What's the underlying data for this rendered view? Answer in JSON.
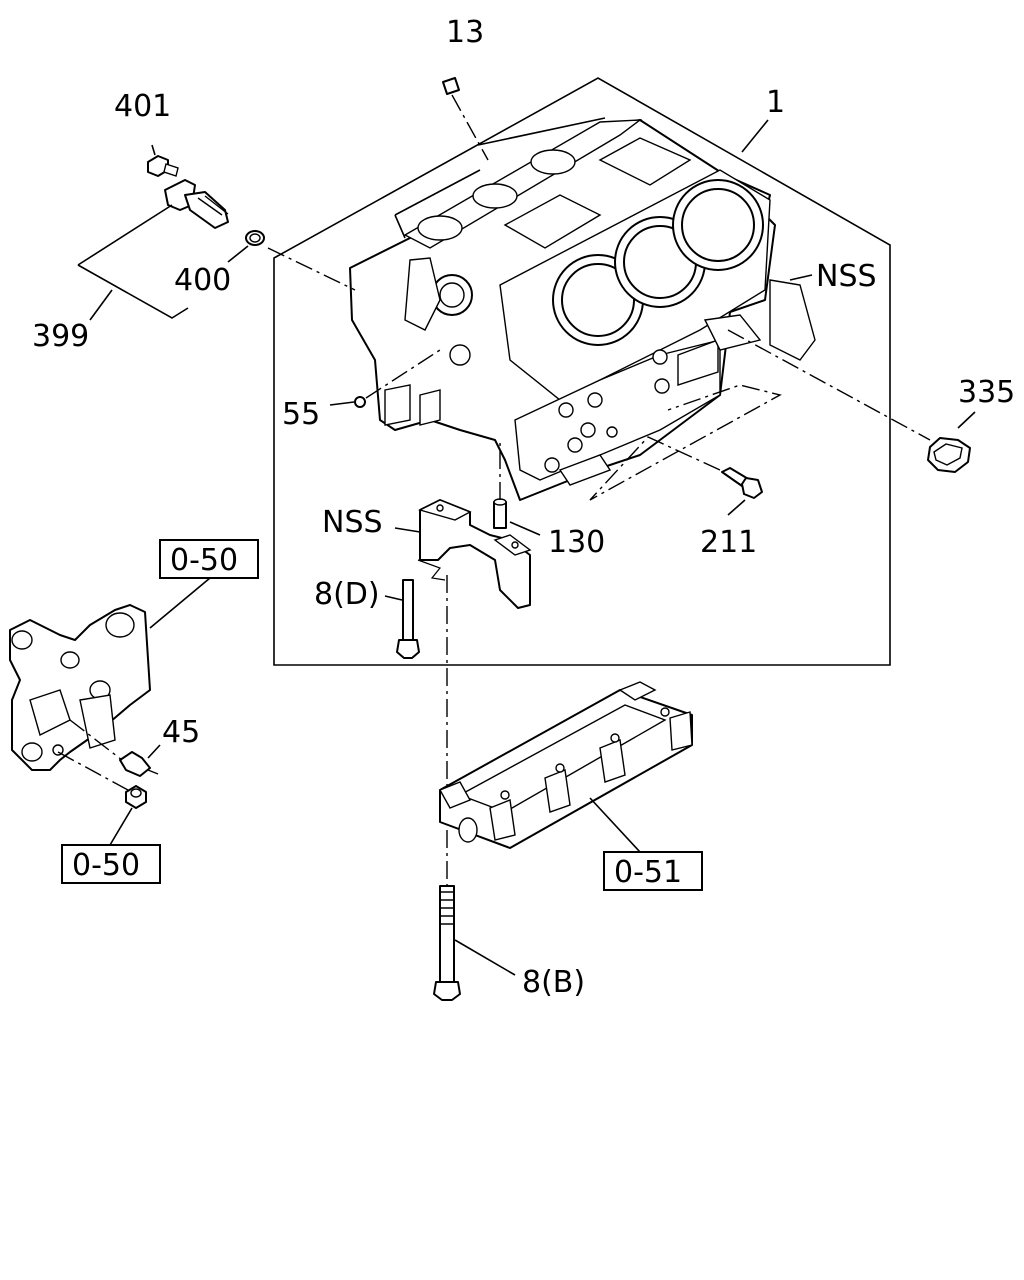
{
  "callouts": {
    "c13": "13",
    "c1": "1",
    "c401": "401",
    "c400": "400",
    "c399": "399",
    "nss_top": "NSS",
    "c335": "335",
    "c55": "55",
    "c211": "211",
    "c130": "130",
    "nss_cap": "NSS",
    "c8d": "8(D)",
    "c45": "45",
    "c8b": "8(B)"
  },
  "refs": {
    "r050_top": "0-50",
    "r050_bot": "0-50",
    "r051": "0-51"
  }
}
